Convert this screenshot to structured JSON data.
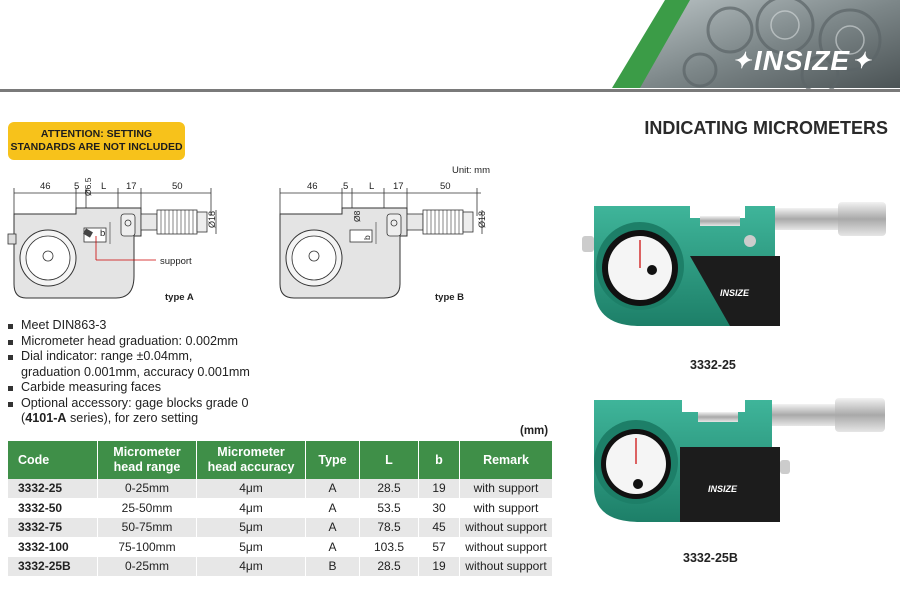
{
  "brand": {
    "logo_text": "INSIZE"
  },
  "attention": {
    "line1": "ATTENTION: SETTING",
    "line2": "STANDARDS ARE NOT INCLUDED"
  },
  "page_title": "INDICATING MICROMETERS",
  "unit_note": "Unit: mm",
  "diagrams": {
    "dims": {
      "d46": "46",
      "d5": "5",
      "dL": "L",
      "d17": "17",
      "d50": "50",
      "d18": "Ø18",
      "db": "b"
    },
    "type_a": {
      "caption": "type A",
      "diameter": "Ø6.5",
      "support_label": "support"
    },
    "type_b": {
      "caption": "type B",
      "diameter": "Ø8"
    }
  },
  "features": [
    "Meet DIN863-3",
    "Micrometer head graduation: 0.002mm",
    "Dial indicator: range ±0.04mm,",
    "graduation 0.001mm, accuracy 0.001mm",
    "Carbide measuring faces",
    "Optional accessory: gage blocks grade 0",
    "(4101-A series), for zero setting"
  ],
  "accessory": {
    "bold_code": "4101-A",
    "suffix": " series), for zero setting",
    "prefix": "("
  },
  "table_unit": "(mm)",
  "table": {
    "headers": {
      "code": "Code",
      "range_l1": "Micrometer",
      "range_l2": "head range",
      "acc_l1": "Micrometer",
      "acc_l2": "head accuracy",
      "type": "Type",
      "L": "L",
      "b": "b",
      "remark": "Remark"
    },
    "rows": [
      {
        "code": "3332-25",
        "range": "0-25mm",
        "accuracy": "4μm",
        "type": "A",
        "L": "28.5",
        "b": "19",
        "remark": "with support"
      },
      {
        "code": "3332-50",
        "range": "25-50mm",
        "accuracy": "4μm",
        "type": "A",
        "L": "53.5",
        "b": "30",
        "remark": "with support"
      },
      {
        "code": "3332-75",
        "range": "50-75mm",
        "accuracy": "5μm",
        "type": "A",
        "L": "78.5",
        "b": "45",
        "remark": "without support"
      },
      {
        "code": "3332-100",
        "range": "75-100mm",
        "accuracy": "5μm",
        "type": "A",
        "L": "103.5",
        "b": "57",
        "remark": "without support"
      },
      {
        "code": "3332-25B",
        "range": "0-25mm",
        "accuracy": "4μm",
        "type": "B",
        "L": "28.5",
        "b": "19",
        "remark": "without support"
      }
    ]
  },
  "products": [
    {
      "caption": "3332-25"
    },
    {
      "caption": "3332-25B"
    }
  ],
  "colors": {
    "green": "#3f8f48",
    "yellow": "#f7c21b",
    "frame_green": "#2a9e84",
    "header_gray": "#7a7a7a"
  }
}
